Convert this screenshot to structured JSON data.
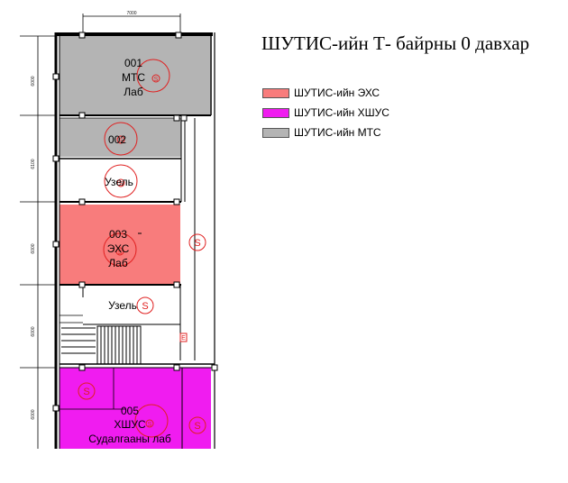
{
  "title": "ШУТИС-ийн Т- байрны 0 давхар",
  "colors": {
    "exs": "#f87c7c",
    "hshus": "#f01cf0",
    "mts": "#b4b4b4",
    "wall": "#000000",
    "symbol": "#e02020"
  },
  "legend": [
    {
      "label": "ШУТИС-ийн ЭХС",
      "color": "#f87c7c"
    },
    {
      "label": "ШУТИС-ийн ХШУС",
      "color": "#f01cf0"
    },
    {
      "label": "ШУТИС-ийн МТС",
      "color": "#b4b4b4"
    }
  ],
  "rooms": {
    "r001": {
      "number": "001",
      "line1": "МТС",
      "line2": "Лаб"
    },
    "r002": {
      "number": "002"
    },
    "uzel1": {
      "label": "Узель"
    },
    "r003": {
      "number": "003",
      "line1": "ЭХС",
      "line2": "Лаб"
    },
    "uzel2": {
      "label": "Узель"
    },
    "r005": {
      "number": "005",
      "line1": "ХШУС",
      "line2": "Судалгааны лаб"
    }
  },
  "symbols": {
    "s": "S",
    "e": "E"
  },
  "dimensions": {
    "top": "7000",
    "left": [
      "6000",
      "6100",
      "6000",
      "6000",
      "6000"
    ]
  }
}
